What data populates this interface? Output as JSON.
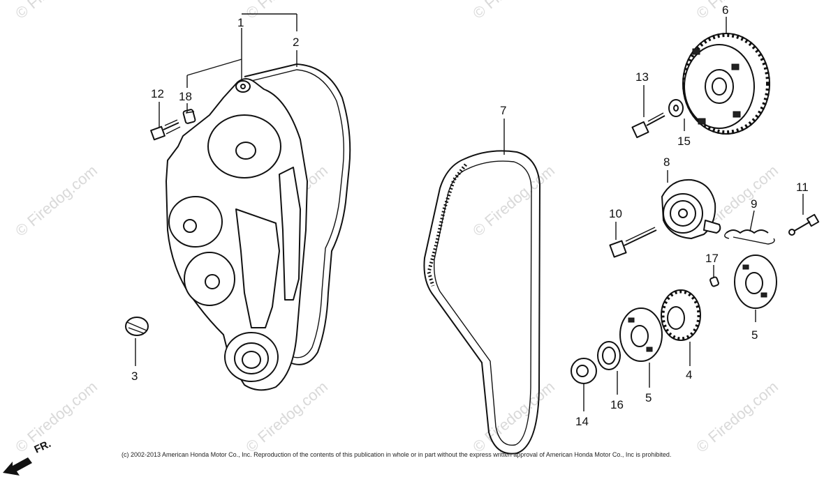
{
  "watermark": "© Firedog.com",
  "copyright": "(c) 2002-2013 American Honda Motor Co., Inc. Reproduction of the contents of this publication in whole or in part without the express written approval of American Honda Motor Co., Inc is prohibited.",
  "direction_label": "FR.",
  "callouts": {
    "c1": "1",
    "c2": "2",
    "c3": "3",
    "c4": "4",
    "c5a": "5",
    "c5b": "5",
    "c6": "6",
    "c7": "7",
    "c8": "8",
    "c9": "9",
    "c10": "10",
    "c11": "11",
    "c12": "12",
    "c13": "13",
    "c14": "14",
    "c15": "15",
    "c16": "16",
    "c17": "17",
    "c18": "18"
  },
  "colors": {
    "line": "#111111",
    "watermark": "#d9d9d9",
    "background": "#ffffff"
  }
}
